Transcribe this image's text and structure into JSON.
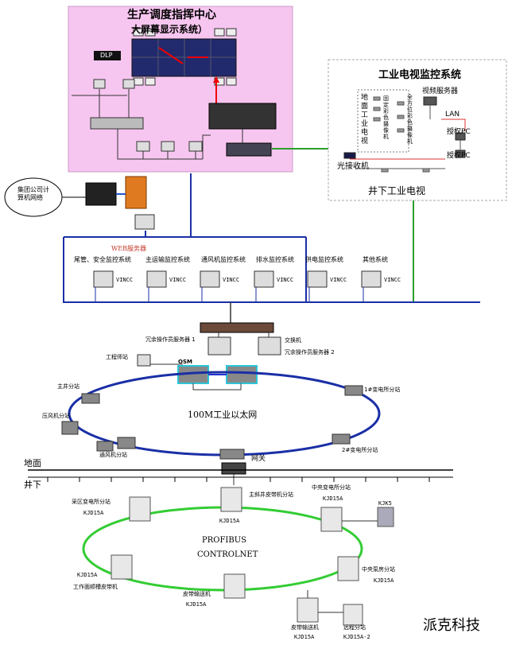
{
  "dispatch": {
    "title": "生产调度指挥中心",
    "subtitle": "大屏幕显示系统）",
    "dlp": "DLP"
  },
  "cctv": {
    "title": "工业电视监控系统",
    "ground_tv": "地面工业电视",
    "full_color_cam": "全方位彩色摄像机",
    "dome_cam": "固定彩色摄像机",
    "video_server": "视频服务器",
    "lan": "LAN",
    "auth_pc1": "授权PC",
    "auth_pc2": "授权PC",
    "receiver": "光接收机",
    "underground_tv": "井下工业电视"
  },
  "group_network": "集团公司计算机网络",
  "web": {
    "title": "WEB服务器",
    "systems": [
      "尾管、安全监控系统",
      "主运输监控系统",
      "通风机监控系统",
      "排水监控系统",
      "供电监控系统",
      "其他系统"
    ],
    "vincc": "VINCC"
  },
  "ring": {
    "title": "100M工业以太网",
    "server1": "冗余操作员服务器 1",
    "server2": "冗余操作员服务器 2",
    "switch": "交换机",
    "engineer": "工程师站",
    "osm": "OSM",
    "main_shaft": "主井分站",
    "compressor": "压风机分站",
    "fan": "通风机分站",
    "sub1": "1#变电所分站",
    "sub2": "2#变电所分站",
    "gateway": "网关"
  },
  "levels": {
    "ground": "地面",
    "underground": "井下"
  },
  "bus": {
    "line1": "PROFIBUS",
    "line2": "CONTROLNET",
    "main_incline": "主斜井皮带机分站",
    "main_incline_model": "KJD15A",
    "mining_sub": "采区变电所分站",
    "mining_sub_model": "KJD15A",
    "central_sub": "中央变电所分站",
    "central_sub_model": "KJD15A",
    "kjk5": "KJK5",
    "central_pump": "中央泵房分站",
    "central_pump_model": "KJD15A",
    "face_model": "KJD15A",
    "face_belt": "工作面顺槽皮带机",
    "belt_conveyor": "皮带输送机",
    "belt_conveyor_model": "KJD15A",
    "belt_conveyor2": "皮带输送机",
    "belt_conveyor2_model": "KJD15A",
    "remote_station": "远程分站",
    "remote_model": "KJD15A-2"
  },
  "brand": "派克科技"
}
